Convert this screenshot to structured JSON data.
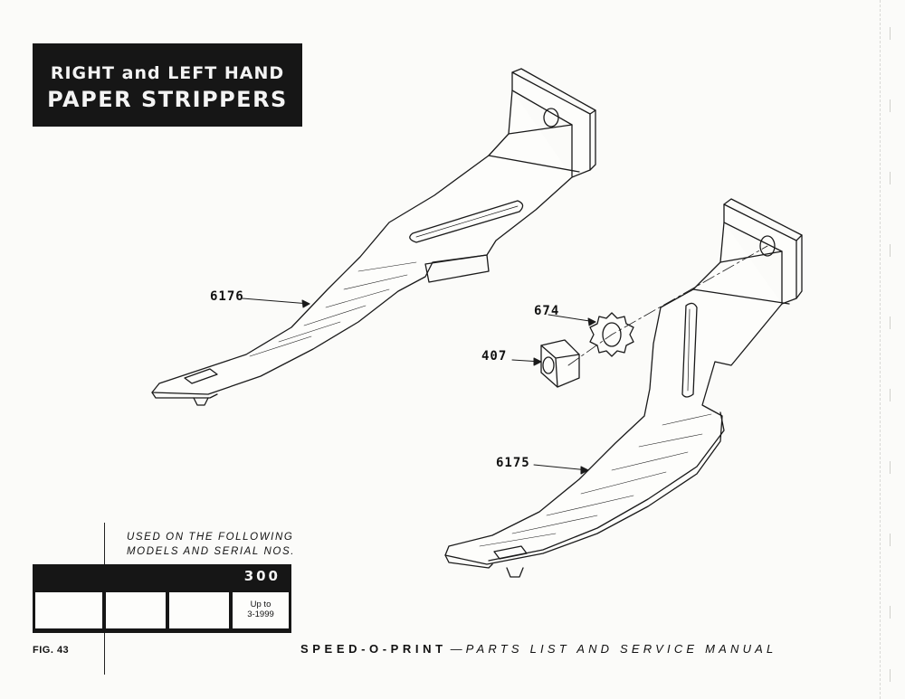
{
  "title": {
    "line1": "RIGHT and LEFT HAND",
    "line2": "PAPER STRIPPERS"
  },
  "parts": [
    {
      "number": "6176"
    },
    {
      "number": "674"
    },
    {
      "number": "407"
    },
    {
      "number": "6175"
    }
  ],
  "usage_note": {
    "line1": "USED ON THE FOLLOWING",
    "line2": "MODELS AND SERIAL NOS."
  },
  "model_table": {
    "model": "300",
    "serial_cells": [
      "",
      "",
      "",
      "Up to\n3-1999"
    ]
  },
  "figure_label": "FIG. 43",
  "footer": {
    "brand": "SPEED-O-PRINT",
    "dash": "—",
    "subtitle": "PARTS LIST AND SERVICE MANUAL"
  },
  "colors": {
    "ink": "#111111",
    "paper": "#fbfbf9"
  }
}
